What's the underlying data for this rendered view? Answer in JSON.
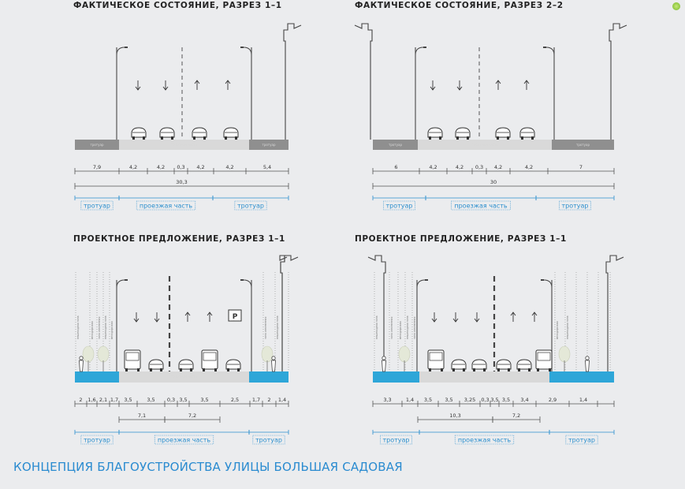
{
  "panels": [
    {
      "title": "ФАКТИЧЕСКОЕ СОСТОЯНИЕ, РАЗРЕЗ 1–1",
      "dims": [
        "7,9",
        "4,2",
        "4,2",
        "0,3",
        "4,2",
        "4,2",
        "5,4"
      ],
      "total": "30,3",
      "ground": [
        "тротуар",
        "проезжая часть",
        "тротуар"
      ],
      "zones": [
        "тротуар",
        "проезжая часть",
        "тротуар"
      ]
    },
    {
      "title": "ФАКТИЧЕСКОЕ СОСТОЯНИЕ, РАЗРЕЗ 2–2",
      "dims": [
        "6",
        "4,2",
        "4,2",
        "0,3",
        "4,2",
        "4,2",
        "7"
      ],
      "total": "30",
      "ground": [
        "тротуар",
        "проезжая часть",
        "тротуар"
      ],
      "zones": [
        "тротуар",
        "проезжая часть",
        "тротуар"
      ]
    },
    {
      "title": "ПРОЕКТНОЕ ПРЕДЛОЖЕНИЕ, РАЗРЕЗ 1–1",
      "dims": [
        "2",
        "1,6",
        "2,1",
        "1,7",
        "3,5",
        "3,5",
        "0,3",
        "3,5",
        "3,5",
        "2,5",
        "1,7",
        "2",
        "1,4"
      ],
      "subtotals": [
        "7,1",
        "7,2"
      ],
      "ground": [
        "проезжая часть"
      ],
      "zones": [
        "тротуар",
        "проезжая часть",
        "тротуар"
      ],
      "lanes": [
        "пешеходная зона",
        "велодорожка",
        "зона озеленения",
        "пешеходная зона",
        "велодорожка",
        "зона озеленения",
        "пешеходная зона"
      ],
      "parking": "P"
    },
    {
      "title": "ПРОЕКТНОЕ ПРЕДЛОЖЕНИЕ, РАЗРЕЗ 1–1",
      "dims": [
        "3,3",
        "1,4",
        "3,5",
        "3,5",
        "3,25",
        "0,3",
        "3,5",
        "3,5",
        "3,4",
        "2,9",
        "1,4"
      ],
      "subtotals": [
        "10,3",
        "7,2"
      ],
      "ground": [
        "проезжая часть"
      ],
      "zones": [
        "тротуар",
        "проезжая часть",
        "тротуар"
      ],
      "lanes": [
        "пешеходная зона",
        "зона озеленения",
        "велодорожка",
        "пешеходная зона",
        "зона озеленения",
        "велодорожка",
        "пешеходная зона"
      ]
    }
  ],
  "footer": {
    "title": "КОНЦЕПЦИЯ БЛАГОУСТРОЙСТВА УЛИЦЫ БОЛЬШАЯ САДОВАЯ"
  },
  "colors": {
    "accent": "#2b8fce",
    "sidewalk_new": "#2ea6d8",
    "ground": "#8f8f8f",
    "line": "#555555",
    "background": "#ebecee"
  },
  "icons": [
    "arrow-down-icon",
    "arrow-up-icon",
    "car-icon",
    "bus-icon",
    "tree-icon",
    "pedestrian-icon",
    "lamp-icon",
    "building-icon",
    "parking-icon"
  ]
}
